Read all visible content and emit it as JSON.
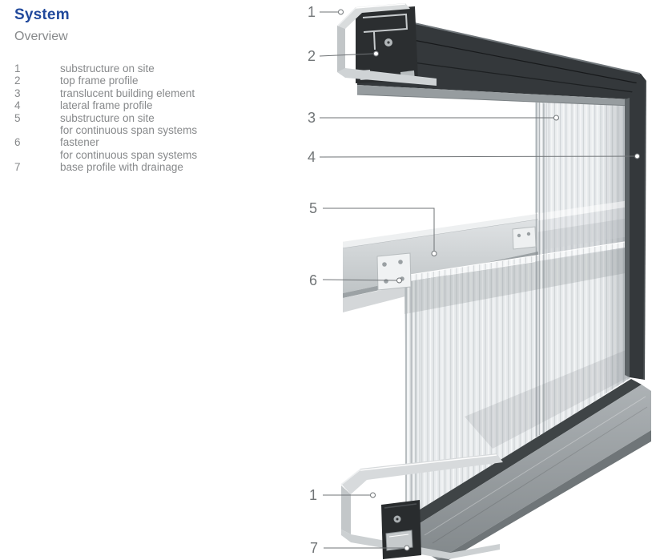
{
  "page": {
    "title": "System",
    "subtitle": "Overview"
  },
  "legend": {
    "rows": [
      {
        "num": "1",
        "text": "substructure on site"
      },
      {
        "num": "2",
        "text": "top frame profile"
      },
      {
        "num": "3",
        "text": "translucent building element"
      },
      {
        "num": "4",
        "text": "lateral frame profile"
      },
      {
        "num": "5",
        "text": "substructure on site"
      },
      {
        "num": "",
        "text": "for continuous span systems"
      },
      {
        "num": "6",
        "text": "fastener"
      },
      {
        "num": "",
        "text": "for continuous span systems"
      },
      {
        "num": "7",
        "text": "base profile with drainage"
      }
    ]
  },
  "diagram": {
    "callouts": [
      {
        "num": "1"
      },
      {
        "num": "2"
      },
      {
        "num": "3"
      },
      {
        "num": "4"
      },
      {
        "num": "5"
      },
      {
        "num": "6"
      },
      {
        "num": "1"
      },
      {
        "num": "7"
      }
    ]
  },
  "colors": {
    "title_blue": "#21499c",
    "text_gray": "#87898b",
    "frame_dark": "#34383b",
    "aluminum_light": "#d7dadc",
    "base_gray": "#9aa0a3",
    "panel": "#eaedef",
    "callout_line": "#6f7376"
  }
}
